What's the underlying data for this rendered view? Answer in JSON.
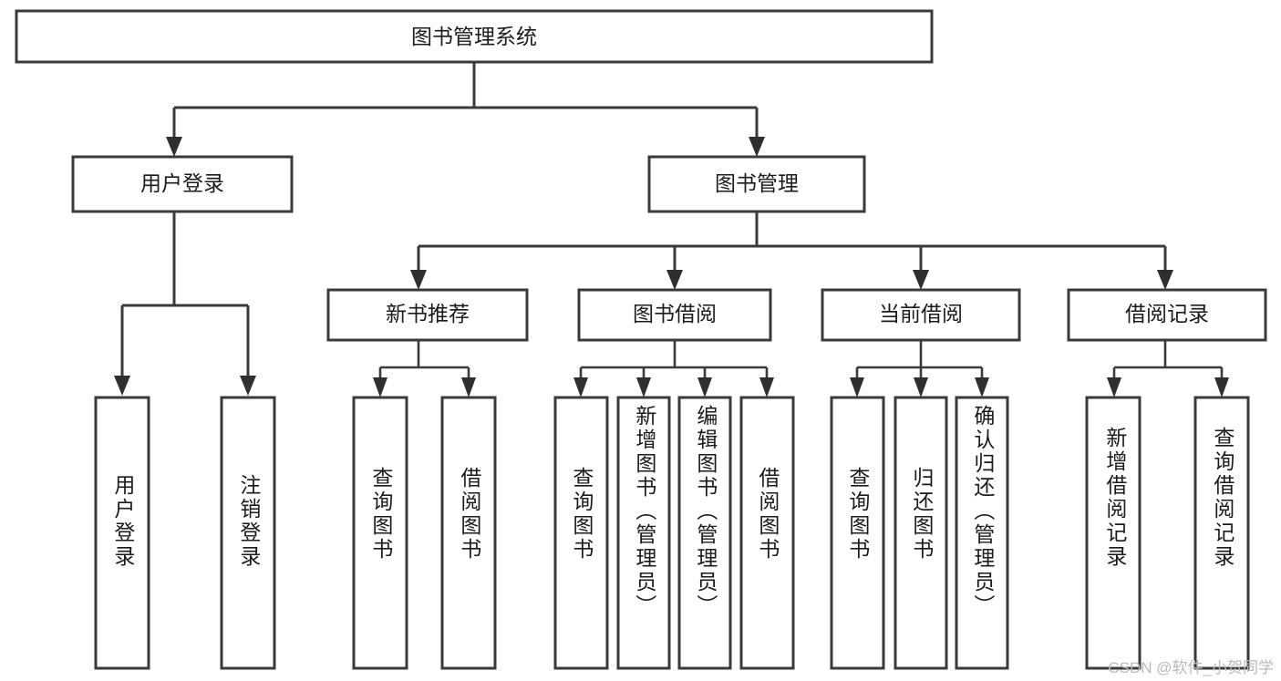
{
  "diagram": {
    "title": "图书管理系统",
    "type": "tree",
    "orientation": "top-down",
    "colors": {
      "background": "#ffffff",
      "node_fill": "#ffffff",
      "node_stroke": "#3a3a3a",
      "edge": "#3a3a3a",
      "arrow": "#2f2f2f",
      "text": "#1b1b1b",
      "watermark": "#b9b9b9"
    },
    "root": {
      "label": "图书管理系统",
      "orientation": "horizontal"
    },
    "level2": [
      {
        "label": "用户登录",
        "orientation": "horizontal"
      },
      {
        "label": "图书管理",
        "orientation": "horizontal"
      }
    ],
    "level3": [
      {
        "label": "新书推荐",
        "orientation": "horizontal"
      },
      {
        "label": "图书借阅",
        "orientation": "horizontal"
      },
      {
        "label": "当前借阅",
        "orientation": "horizontal"
      },
      {
        "label": "借阅记录",
        "orientation": "horizontal"
      }
    ],
    "leaves": {
      "user_login": [
        {
          "label": "用户登录",
          "orientation": "vertical"
        },
        {
          "label": "注销登录",
          "orientation": "vertical"
        }
      ],
      "new_book_recommend": [
        {
          "label": "查询图书",
          "orientation": "vertical"
        },
        {
          "label": "借阅图书",
          "orientation": "vertical"
        }
      ],
      "book_borrow": [
        {
          "label": "查询图书",
          "orientation": "vertical"
        },
        {
          "label": "新增图书（管理员）",
          "orientation": "vertical"
        },
        {
          "label": "编辑图书（管理员）",
          "orientation": "vertical"
        },
        {
          "label": "借阅图书",
          "orientation": "vertical"
        }
      ],
      "current_borrow": [
        {
          "label": "查询图书",
          "orientation": "vertical"
        },
        {
          "label": "归还图书",
          "orientation": "vertical"
        },
        {
          "label": "确认归还（管理员）",
          "orientation": "vertical"
        }
      ],
      "borrow_record": [
        {
          "label": "新增借阅记录",
          "orientation": "vertical"
        },
        {
          "label": "查询借阅记录",
          "orientation": "vertical"
        }
      ]
    },
    "watermark": "CSDN @软件_小贺同学"
  }
}
